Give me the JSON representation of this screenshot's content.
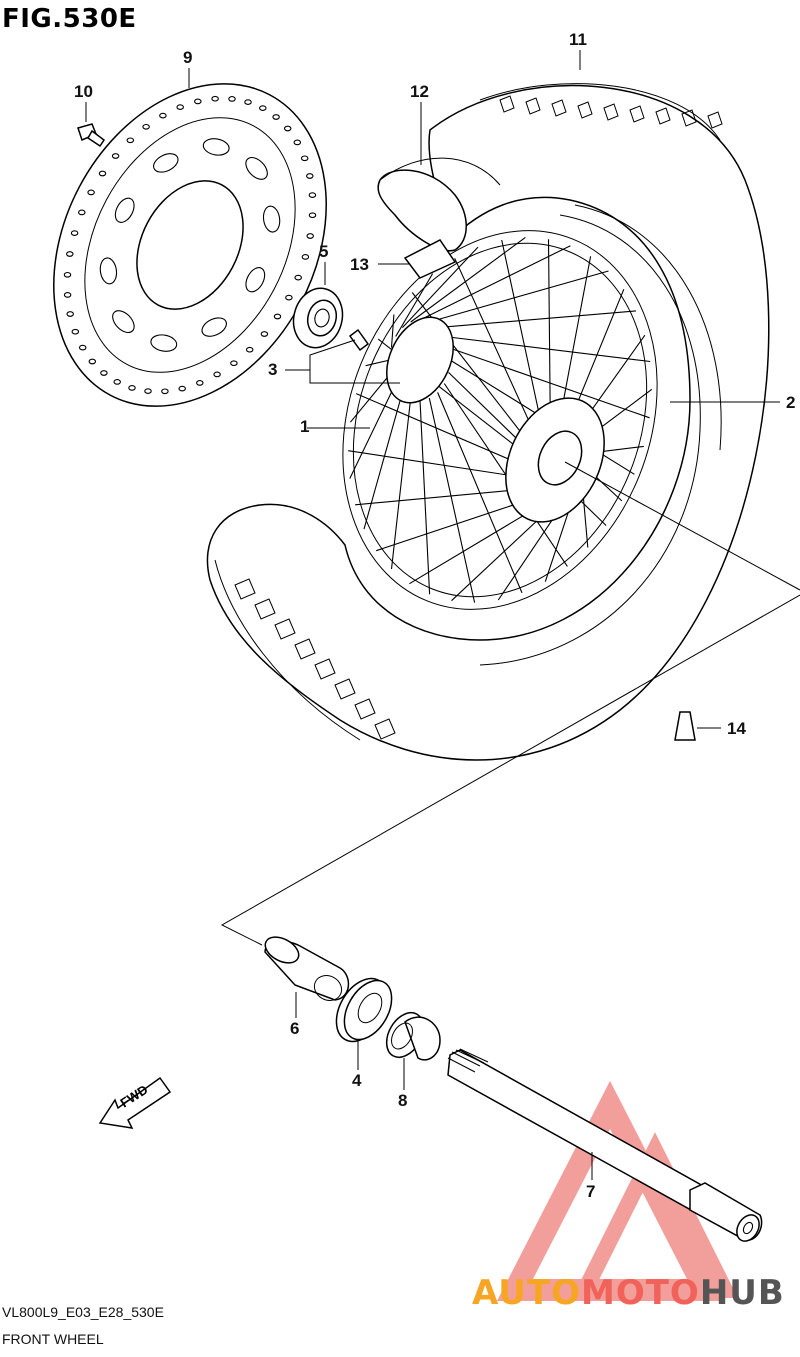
{
  "figure": {
    "title": "FIG.530E",
    "code": "VL800L9_E03_E28_530E",
    "name": "FRONT WHEEL"
  },
  "fwd_label": "FWD",
  "callouts": [
    {
      "id": "c1",
      "label": "1"
    },
    {
      "id": "c2",
      "label": "2"
    },
    {
      "id": "c3",
      "label": "3"
    },
    {
      "id": "c4",
      "label": "4"
    },
    {
      "id": "c5",
      "label": "5"
    },
    {
      "id": "c6",
      "label": "6"
    },
    {
      "id": "c7",
      "label": "7"
    },
    {
      "id": "c8",
      "label": "8"
    },
    {
      "id": "c9",
      "label": "9"
    },
    {
      "id": "c10",
      "label": "10"
    },
    {
      "id": "c11",
      "label": "11"
    },
    {
      "id": "c12",
      "label": "12"
    },
    {
      "id": "c13",
      "label": "13"
    },
    {
      "id": "c14",
      "label": "14"
    }
  ],
  "watermark": {
    "part1": "AUTO",
    "part2": "MOTO",
    "part3": "HUB",
    "color1": "#f6a623",
    "color2": "#f0625a",
    "color3": "#555555"
  }
}
